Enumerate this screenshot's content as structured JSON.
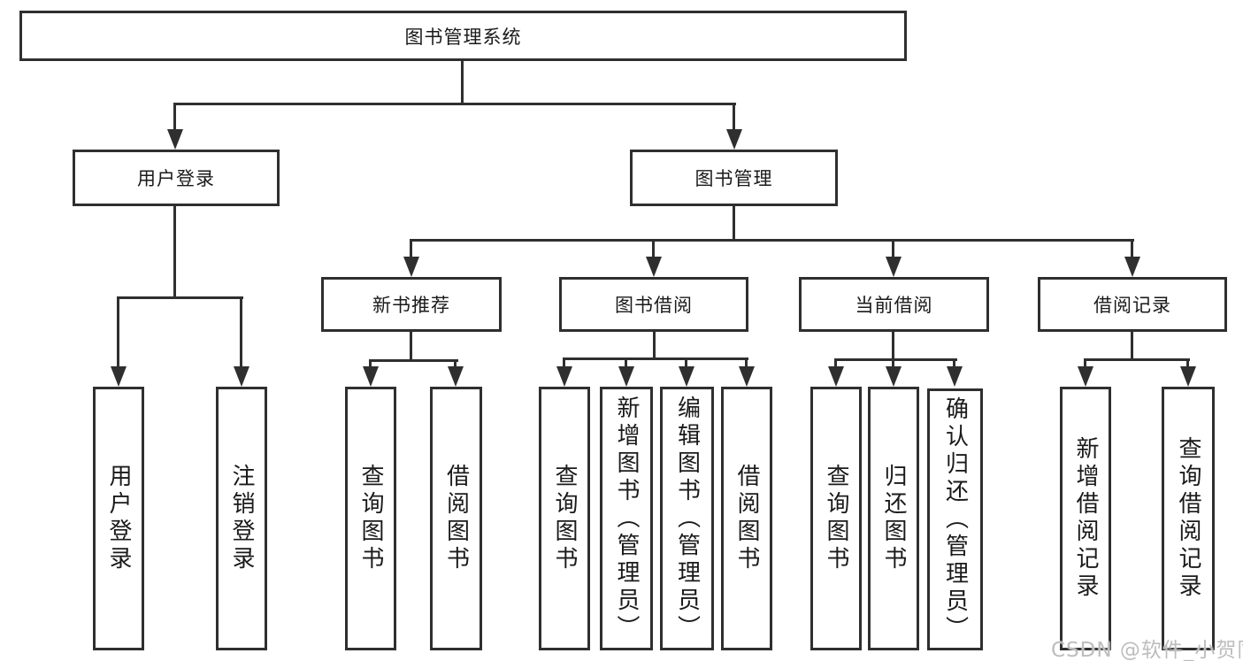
{
  "diagram": {
    "root": "图书管理系统",
    "user_login_branch": {
      "label": "用户登录",
      "leaves": [
        "用户登录",
        "注销登录"
      ]
    },
    "book_mgmt_branch": {
      "label": "图书管理",
      "groups": [
        {
          "label": "新书推荐",
          "leaves": [
            "查询图书",
            "借阅图书"
          ]
        },
        {
          "label": "图书借阅",
          "leaves": [
            "查询图书",
            "新增图书（管理员）",
            "编辑图书（管理员）",
            "借阅图书"
          ]
        },
        {
          "label": "当前借阅",
          "leaves": [
            "查询图书",
            "归还图书",
            "确认归还（管理员）"
          ]
        },
        {
          "label": "借阅记录",
          "leaves": [
            "新增借阅记录",
            "查询借阅记录"
          ]
        }
      ]
    }
  },
  "watermark": "CSDN @软件_小贺同学",
  "colors": {
    "line": "#2f2f2f",
    "text": "#1a1a1a",
    "background": "#ffffff",
    "watermark": "#bdbdbd"
  }
}
